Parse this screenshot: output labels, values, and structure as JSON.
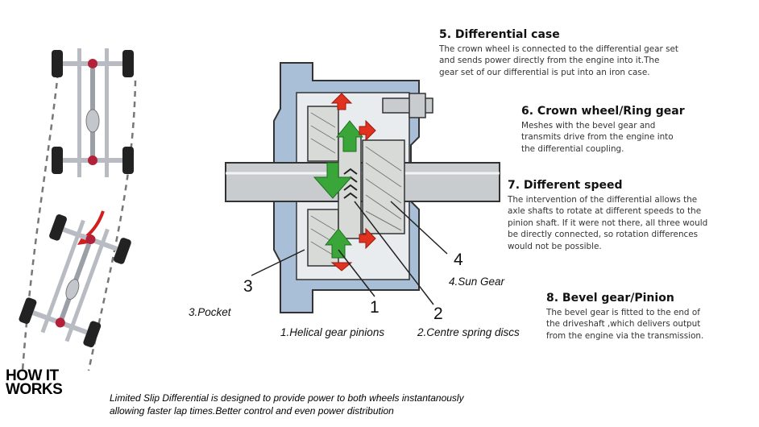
{
  "sections": [
    {
      "heading": "5. Differential case",
      "body": "The crown wheel is connected to the differential gear set and sends power directly from the engine into it.The gear set of our differential is put into an iron case."
    },
    {
      "heading": "6. Crown wheel/Ring gear",
      "body": "Meshes with the bevel gear and transmits drive from the engine into the differential coupling."
    },
    {
      "heading": "7. Different speed",
      "body": "The intervention of the differential allows the axle shafts to rotate at different speeds to the pinion shaft. If it were not there, all three would be directly connected, so rotation differences would not be possible."
    },
    {
      "heading": "8. Bevel gear/Pinion",
      "body": "The bevel gear is fitted to the end of the driveshaft ,which delivers output from the engine via the transmission."
    }
  ],
  "callouts": {
    "n1": "1",
    "n2": "2",
    "n3": "3",
    "n4": "4",
    "l1": "1.Helical gear pinions",
    "l2": "2.Centre spring discs",
    "l3": "3.Pocket",
    "l4": "4.Sun Gear"
  },
  "logo": {
    "line1": "HOW IT",
    "line2": "WORKS"
  },
  "caption": {
    "line1": "Limited Slip Differential is designed to provide power to both wheels instantanously",
    "line2": "allowing faster lap times.Better control and even power distribution"
  },
  "colors": {
    "case": "#a9bfd8",
    "shaft": "#c9ccce",
    "gear": "#d8dad8",
    "arrow_green": "#3aa63a",
    "arrow_red": "#e0321e"
  }
}
